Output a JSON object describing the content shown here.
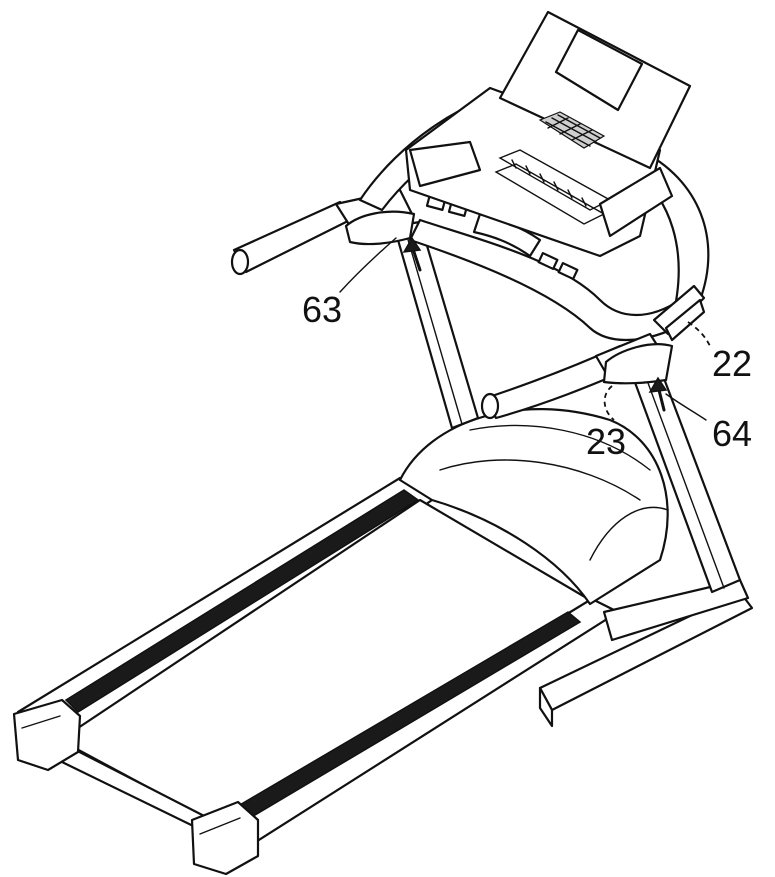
{
  "callouts": {
    "part_63": "63",
    "part_22": "22",
    "part_23": "23",
    "part_64": "64"
  },
  "icons": {
    "arrow": "arrow-up-icon"
  },
  "colors": {
    "line": "#111111",
    "background": "#ffffff",
    "belt_rail": "#1a1a1a"
  }
}
